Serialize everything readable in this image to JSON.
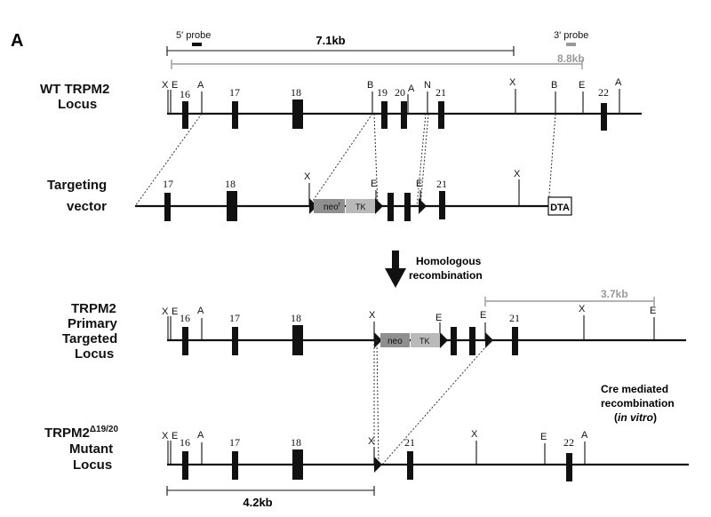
{
  "panel_label": "A",
  "probes": {
    "five_prime": "5' probe",
    "three_prime": "3' probe"
  },
  "fragments": {
    "wt_a": "7.1kb",
    "wt_b": "8.8kb",
    "targeted": "3.7kb",
    "mutant": "4.2kb"
  },
  "loci": {
    "wt": [
      "WT TRPM2",
      "Locus"
    ],
    "vector": [
      "Targeting",
      "vector"
    ],
    "primary": [
      "TRPM2",
      "Primary",
      "Targeted",
      "Locus"
    ],
    "mutant_line1_main": "TRPM2",
    "mutant_line1_sup": "Δ19/20",
    "mutant_line2": "Mutant",
    "mutant_line3": "Locus"
  },
  "cassettes": {
    "neo_r": "neo",
    "neo_r_sup": "r",
    "neo": "neo",
    "tk": "TK",
    "dta": "DTA"
  },
  "arrow_text": [
    "Homologous",
    "recombination"
  ],
  "cre_text": [
    "Cre mediated",
    "recombination",
    "(",
    "in vitro",
    ")"
  ],
  "exons": {
    "wt": [
      "16",
      "17",
      "18",
      "19",
      "20",
      "21",
      "22"
    ],
    "vector": [
      "17",
      "18",
      "21"
    ],
    "primary": [
      "16",
      "17",
      "18",
      "21"
    ],
    "mutant": [
      "16",
      "17",
      "18",
      "21",
      "22"
    ]
  },
  "sites": {
    "X": "X",
    "E": "E",
    "A": "A",
    "B": "B",
    "N": "N"
  },
  "colors": {
    "gray_fragment": "#9a9a9a",
    "neo_box": "#8f8f8f",
    "tk_box": "#b9b9b9"
  }
}
